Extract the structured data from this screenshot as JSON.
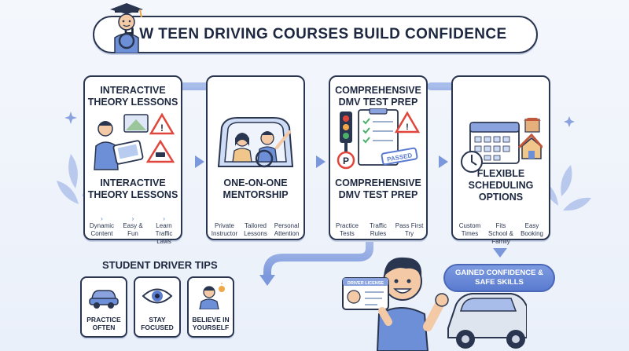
{
  "title": "H W TEEN DRIVING COURSES BUILD CONFIDENCE",
  "cards": [
    {
      "heading": "INTERACTIVE THEORY LESSONS",
      "subheading": "INTERACTIVE THEORY LESSONS",
      "features": [
        "Dynamic Content",
        "Easy & Fun",
        "Learn Traffic Laws"
      ]
    },
    {
      "heading": "",
      "subheading": "ONE-ON-ONE MENTORSHIP",
      "features": [
        "Private Instructor",
        "Tailored Lessons",
        "Personal Attention"
      ]
    },
    {
      "heading": "COMPREHENSIVE DMV TEST PREP",
      "subheading": "COMPREHENSIVE DMV TEST PREP",
      "stamp": "PASSED",
      "features": [
        "Practice Tests",
        "Traffic Rules",
        "Pass First Try"
      ]
    },
    {
      "heading": "",
      "subheading": "FLEXIBLE SCHEDULING OPTIONS",
      "features": [
        "Custom Times",
        "Fits School & Family",
        "Easy Booking"
      ]
    }
  ],
  "tips": {
    "title": "STUDENT DRIVER TIPS",
    "items": [
      "PRACTICE OFTEN",
      "STAY FOCUSED",
      "BELIEVE IN YOURSELF"
    ]
  },
  "result": "GAINED CONFIDENCE & SAFE SKILLS",
  "license_card_label": "DRIVER LICENSE",
  "colors": {
    "accent": "#5a7bd0",
    "outline": "#2a3550",
    "warning": "#e0463c",
    "star": "#f0a94a"
  }
}
